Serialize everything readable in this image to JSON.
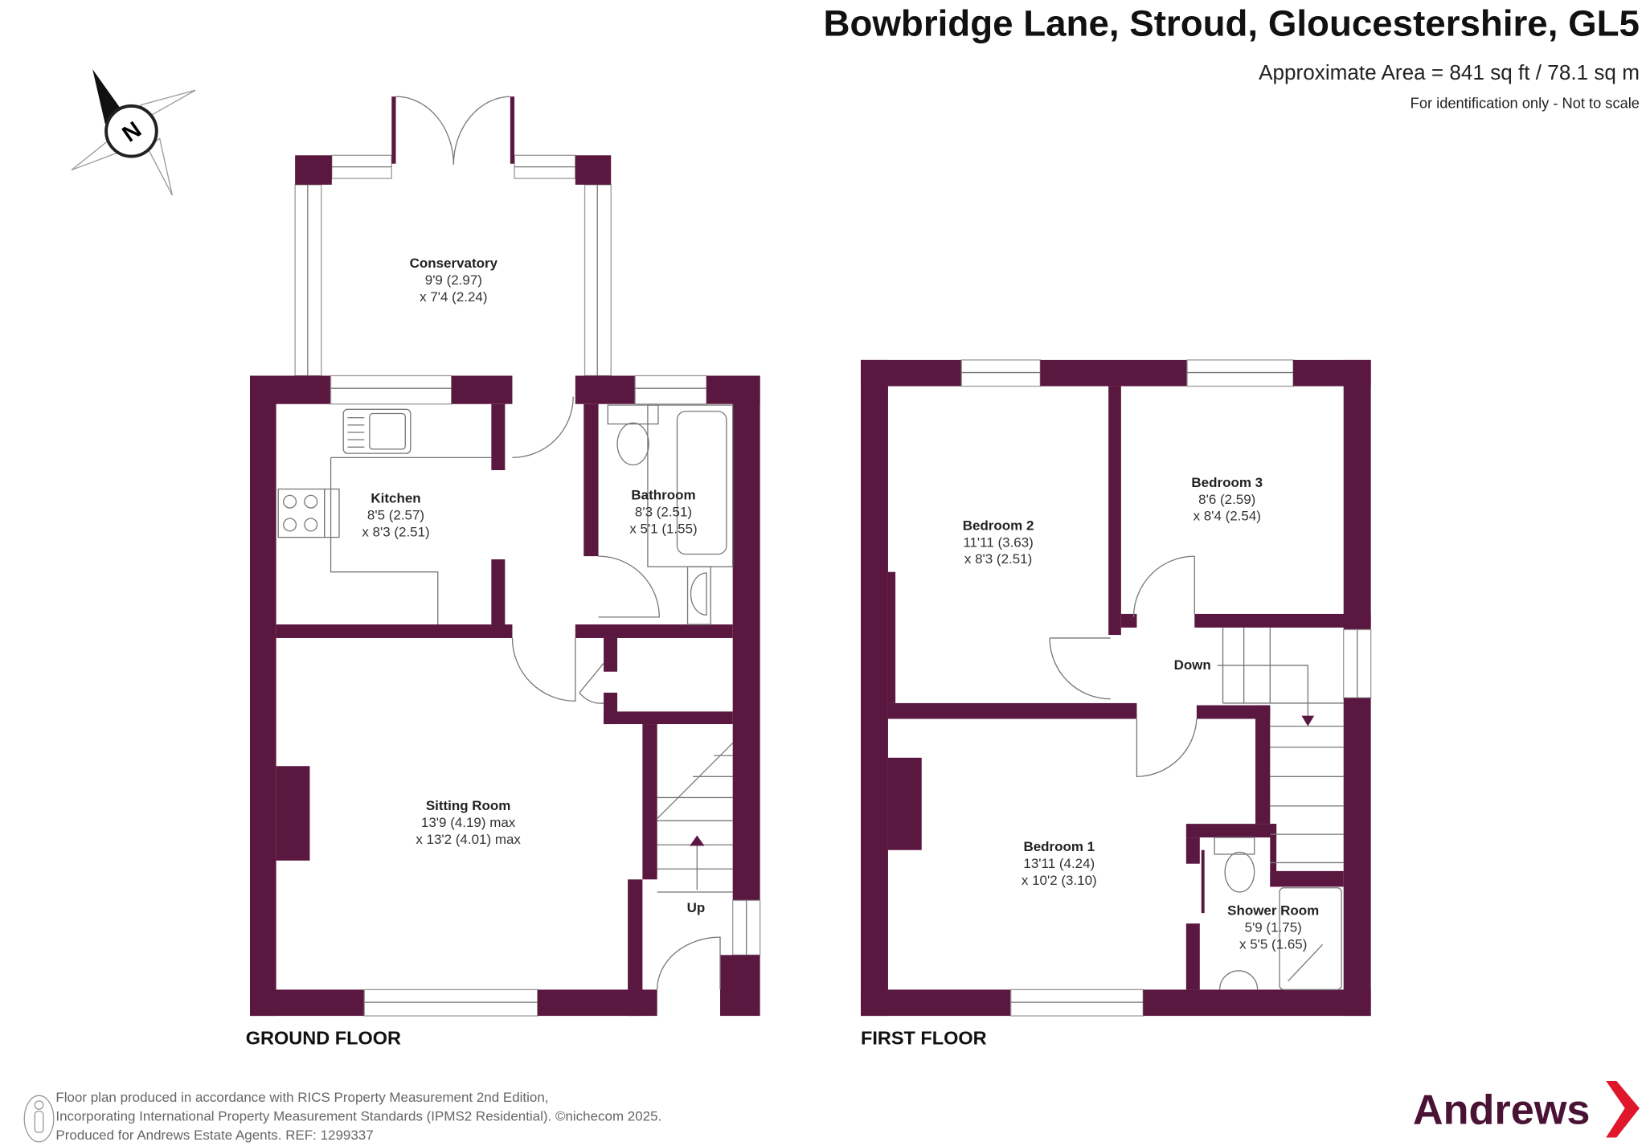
{
  "header": {
    "title": "Bowbridge Lane, Stroud, Gloucestershire, GL5",
    "area": "Approximate Area = 841 sq ft / 78.1 sq m",
    "note": "For identification only - Not to scale"
  },
  "compass": {
    "label": "N"
  },
  "ground_floor": {
    "label": "GROUND FLOOR",
    "rooms": [
      {
        "name": "Conservatory",
        "dim1": "9'9 (2.97)",
        "dim2": "x 7'4 (2.24)"
      },
      {
        "name": "Kitchen",
        "dim1": "8'5 (2.57)",
        "dim2": "x 8'3 (2.51)"
      },
      {
        "name": "Bathroom",
        "dim1": "8'3 (2.51)",
        "dim2": "x 5'1 (1.55)"
      },
      {
        "name": "Sitting Room",
        "dim1": "13'9 (4.19) max",
        "dim2": "x 13'2 (4.01) max"
      }
    ],
    "stairs_label": "Up"
  },
  "first_floor": {
    "label": "FIRST FLOOR",
    "rooms": [
      {
        "name": "Bedroom 2",
        "dim1": "11'11 (3.63)",
        "dim2": "x 8'3 (2.51)"
      },
      {
        "name": "Bedroom 3",
        "dim1": "8'6 (2.59)",
        "dim2": "x 8'4 (2.54)"
      },
      {
        "name": "Bedroom 1",
        "dim1": "13'11 (4.24)",
        "dim2": "x 10'2 (3.10)"
      },
      {
        "name": "Shower Room",
        "dim1": "5'9 (1.75)",
        "dim2": "x 5'5 (1.65)"
      }
    ],
    "stairs_label": "Down"
  },
  "footer": {
    "line1": "Floor plan produced in accordance with RICS Property Measurement 2nd Edition,",
    "line2": "Incorporating International Property Measurement Standards (IPMS2 Residential).  ©nichecom 2025.",
    "line3": "Produced for Andrews Estate Agents.   REF: 1299337"
  },
  "brand": {
    "name": "Andrews",
    "primary_color": "#4a1335",
    "accent_color": "#e0162b"
  },
  "colors": {
    "wall": "#5a1840"
  }
}
